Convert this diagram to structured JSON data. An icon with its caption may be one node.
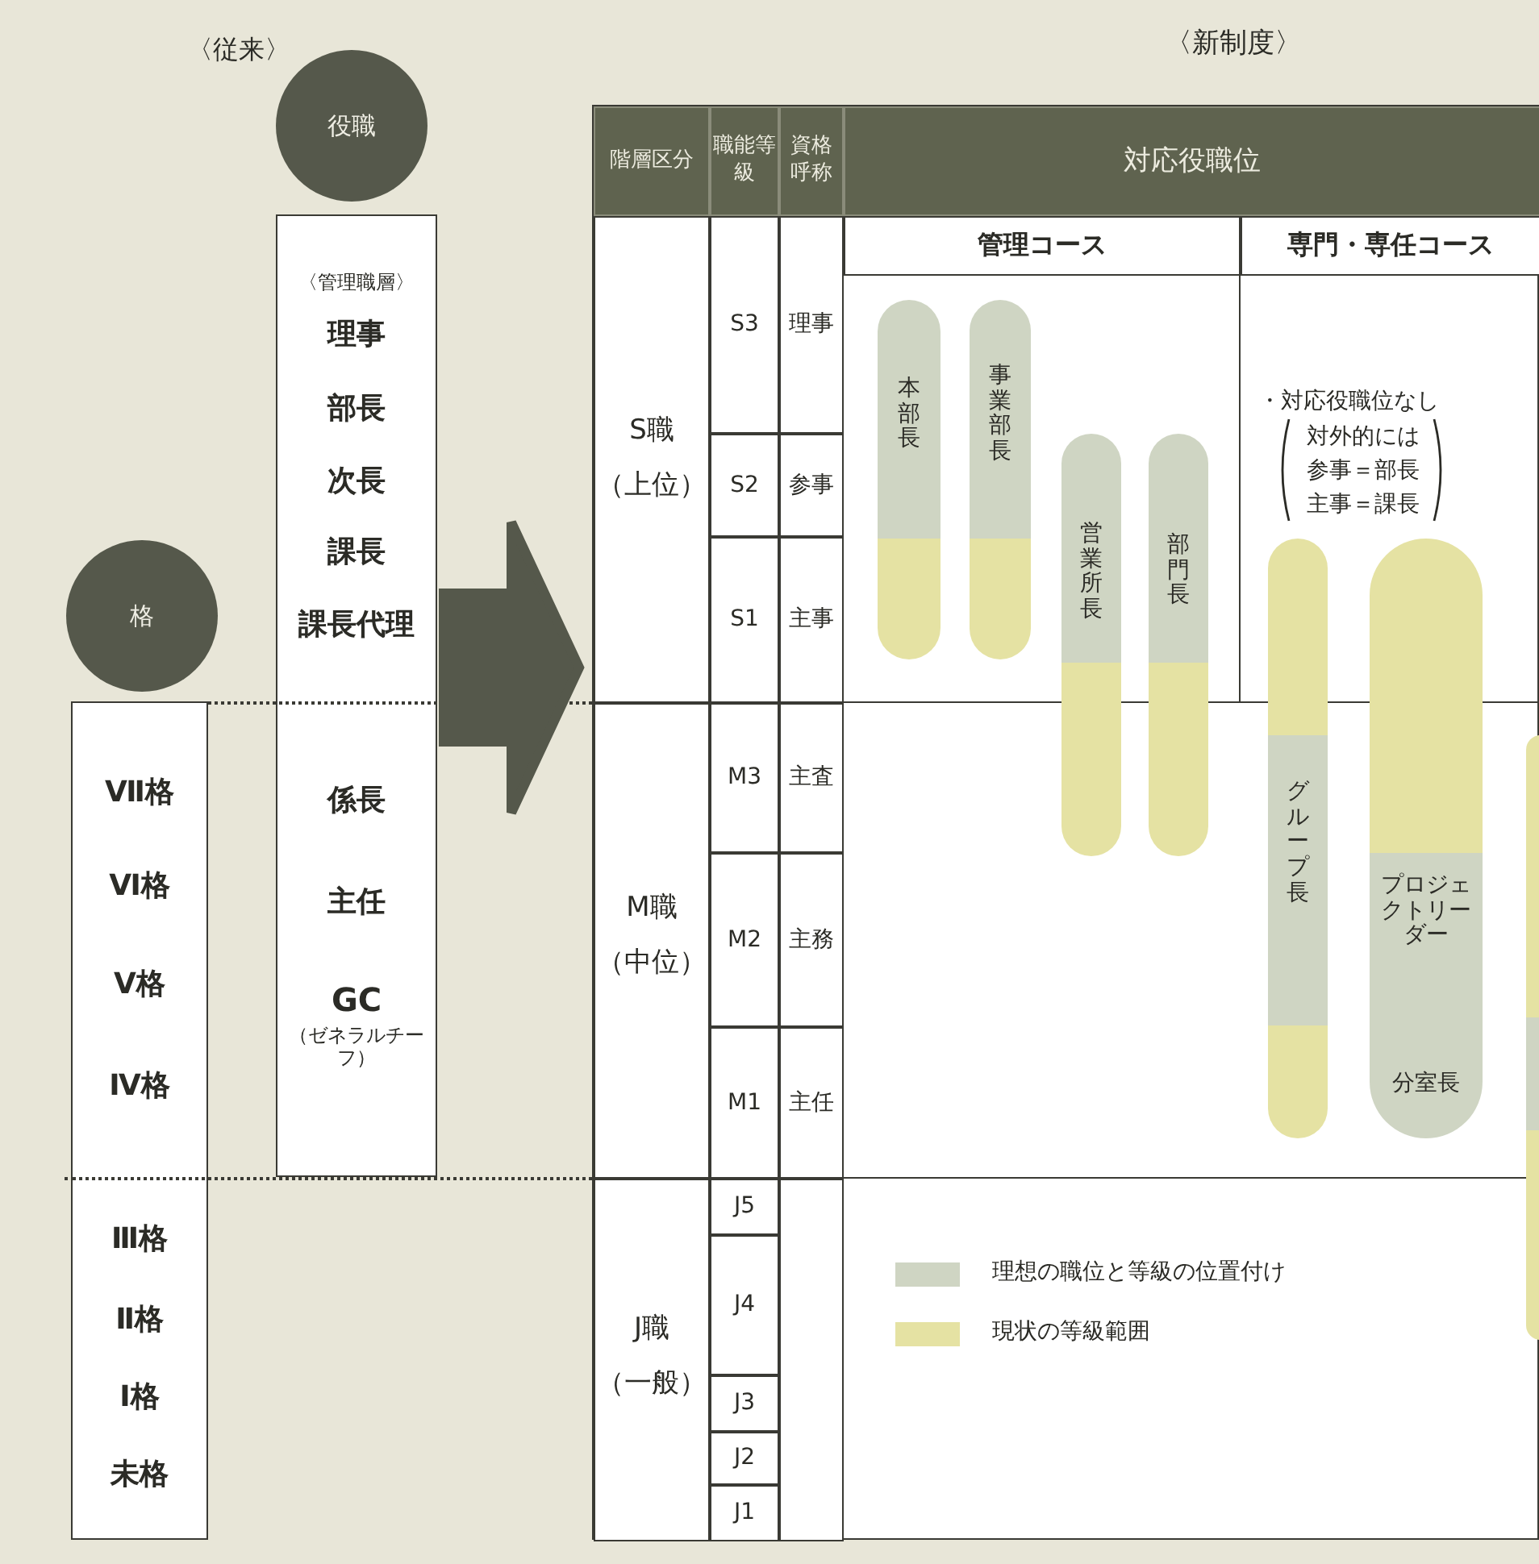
{
  "diagram": {
    "nodes": [
      {
        "text": [
          "役職"
        ]
      },
      {
        "text": [
          "〈管理職層〉",
          "理事",
          "部長",
          "次長",
          "課長",
          "課長代理",
          "係長",
          "主任",
          "GC",
          "（ゼネラルチーフ）"
        ]
      },
      {
        "text": [
          "格"
        ]
      },
      {
        "text": [
          "Ⅶ格",
          "Ⅵ格",
          "Ⅴ格",
          "Ⅳ格",
          "Ⅲ格",
          "Ⅱ格",
          "Ⅰ格",
          "未格"
        ]
      },
      {
        "text": [
          "〈新制度〉"
        ]
      },
      {
        "text": [
          "本部長"
        ],
        "in": 4
      },
      {
        "text": [
          "事業部長"
        ],
        "in": 4
      },
      {
        "text": [
          "営業所長"
        ],
        "in": 4
      },
      {
        "text": [
          "部門長"
        ],
        "in": 4
      },
      {
        "text": [
          "グループ長"
        ],
        "in": 4
      },
      {
        "text": [
          "プロジェクトリーダー",
          "分室長"
        ],
        "in": 4
      },
      {
        "text": [],
        "shape": "bar",
        "in": 4
      }
    ],
    "edges": [
      {
        "from": 1,
        "to": 4,
        "arrow": "to",
        "style": "thick"
      }
    ],
    "labels": [
      "〈従来〉",
      "階層区分",
      "職能等級",
      "資格呼称",
      "対応役職位",
      "管理コース",
      "専門・専任コース",
      "S職",
      "（上位）",
      "S3",
      "理事",
      "S2",
      "参事",
      "S1",
      "主事",
      "・対応役職位なし",
      "対外的には",
      "参事＝部長",
      "主事＝課長",
      "M職",
      "（中位）",
      "M3",
      "主査",
      "M2",
      "主務",
      "M1",
      "主任",
      "J職",
      "（一般）",
      "J5",
      "J4",
      "J3",
      "J2",
      "J1"
    ],
    "legend": [
      {
        "text": "理想の職位と等級の位置付け",
        "color": "#cfd5c3"
      },
      {
        "text": "現状の等級範囲",
        "color": "#e5e2a3"
      }
    ]
  }
}
